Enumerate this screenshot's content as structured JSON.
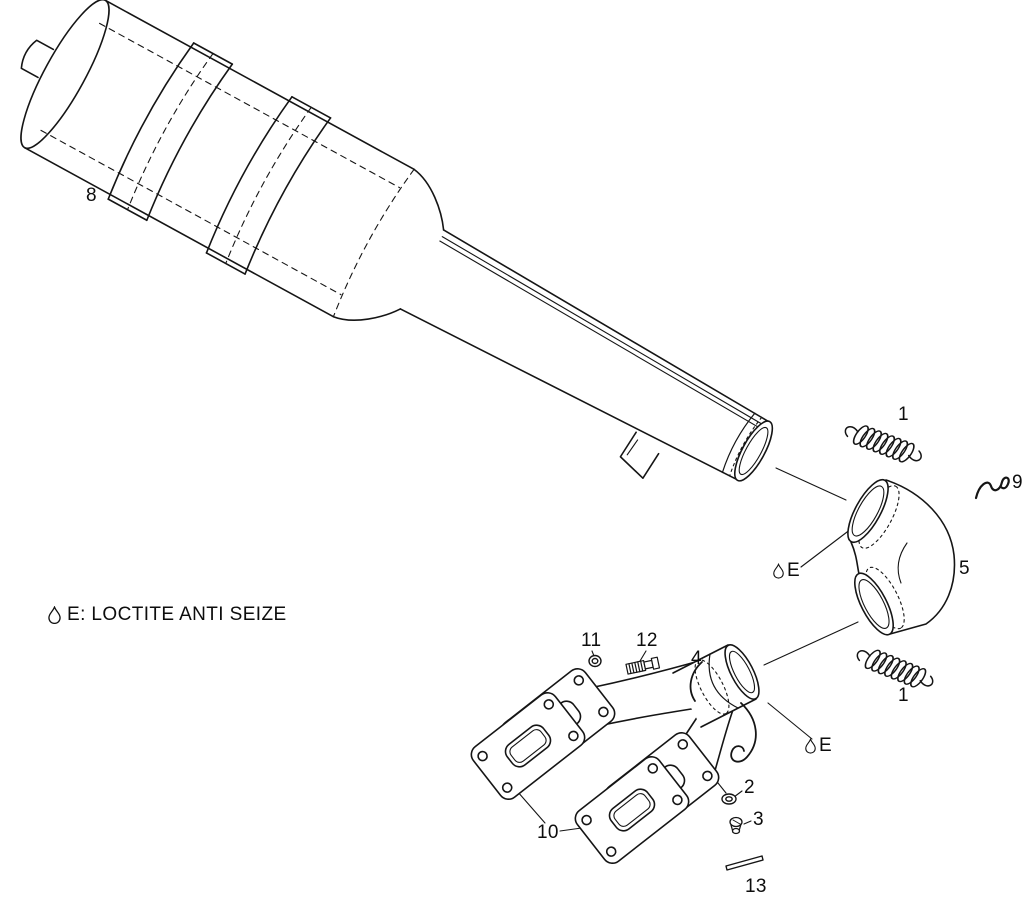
{
  "diagram": {
    "legend": {
      "symbol": "droplet-icon",
      "text": "E: LOCTITE ANTI SEIZE"
    },
    "callouts": {
      "part8": "8",
      "part1_upper": "1",
      "part9": "9",
      "part5": "5",
      "e_upper": "E",
      "part11": "11",
      "part12": "12",
      "part4": "4",
      "part1_lower": "1",
      "e_lower": "E",
      "part2": "2",
      "part3": "3",
      "part10": "10",
      "part13": "13"
    },
    "colors": {
      "line": "#151515",
      "background": "#ffffff"
    }
  }
}
